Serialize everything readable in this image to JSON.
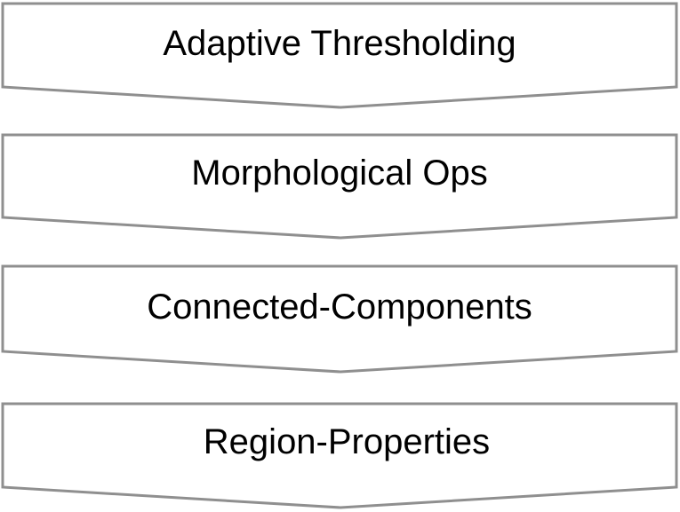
{
  "diagram": {
    "type": "process-flow",
    "steps": [
      {
        "label": "Adaptive Thresholding"
      },
      {
        "label": "Morphological Ops"
      },
      {
        "label": "Connected-Components"
      },
      {
        "label": "Region-Properties"
      }
    ]
  },
  "colors": {
    "shape_fill": "#ffffff",
    "shape_stroke": "#8f8f8f",
    "text": "#000000"
  }
}
